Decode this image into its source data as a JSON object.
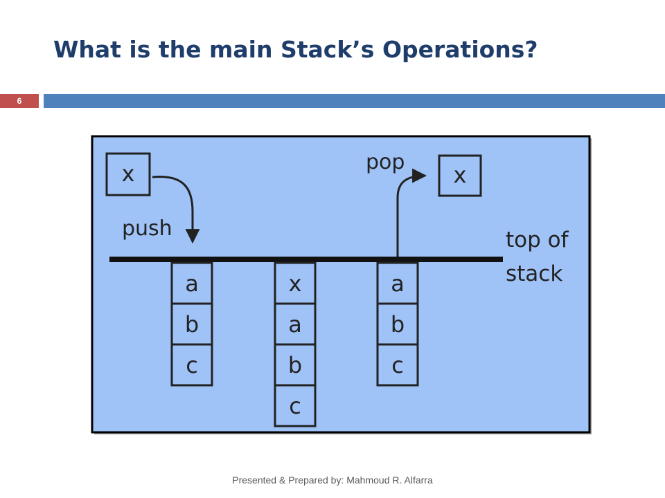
{
  "slide": {
    "title": "What is the main Stack’s Operations?",
    "number": "6",
    "footer": "Presented & Prepared by: Mahmoud R. Alfarra"
  },
  "diagram": {
    "push_label": "push",
    "pop_label": "pop",
    "top_label_line1": "top of",
    "top_label_line2": "stack",
    "incoming_element": "x",
    "outgoing_element": "x",
    "stack_before": [
      "a",
      "b",
      "c"
    ],
    "stack_after_push": [
      "x",
      "a",
      "b",
      "c"
    ],
    "stack_after_pop": [
      "a",
      "b",
      "c"
    ],
    "colors": {
      "background": "#9fc2f7",
      "title": "#1f3d6b",
      "accent_bar": "#4f81bd",
      "number_box": "#c0504d"
    }
  }
}
